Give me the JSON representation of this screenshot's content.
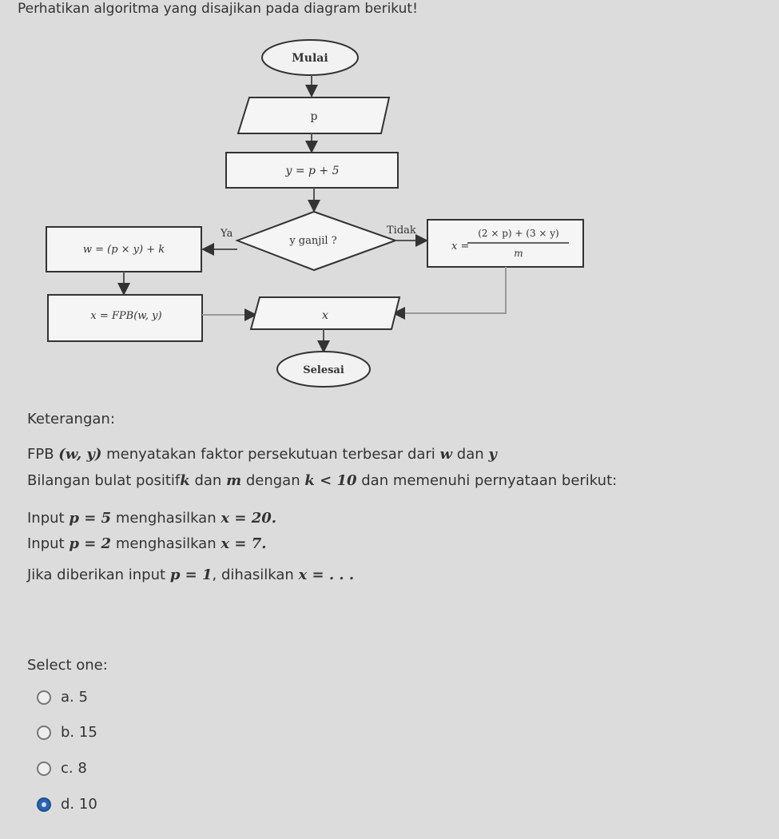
{
  "question": {
    "prompt": "Perhatikan algoritma yang disajikan pada diagram berikut!"
  },
  "flowchart": {
    "start": "Mulai",
    "input": "p",
    "assign_y": "y = p + 5",
    "decision": "y ganjil ?",
    "yes_label": "Ya",
    "no_label": "Tidak",
    "assign_w": "w = (p × y) + k",
    "assign_x_fpb": "x = FPB(w, y)",
    "assign_x_numerator": "(2 × p) + (3 × y)",
    "assign_x_lhs": "x =",
    "assign_x_denominator": "m",
    "output": "x",
    "end": "Selesai"
  },
  "info": {
    "heading": "Keterangan:",
    "fpb_prefix": "FPB",
    "fpb_math": "(w, y)",
    "fpb_text": "menyatakan faktor persekutuan terbesar dari",
    "fpb_var1": "w",
    "fpb_and": "dan",
    "fpb_var2": "y",
    "bil_prefix": "Bilangan bulat positif",
    "bil_k": "k",
    "bil_and": "dan",
    "bil_m": "m",
    "bil_with": "dengan",
    "bil_cond": "k < 10",
    "bil_suffix": "dan memenuhi pernyataan berikut:",
    "input1_prefix": "Input",
    "input1_math": "p = 5",
    "input1_mid": "menghasilkan",
    "input1_result": "x = 20.",
    "input2_prefix": "Input",
    "input2_math": "p = 2",
    "input2_mid": "menghasilkan",
    "input2_result": "x = 7.",
    "ask_prefix": "Jika diberikan input",
    "ask_math": "p = 1",
    "ask_mid": ", dihasilkan",
    "ask_result": "x = . . ."
  },
  "answers": {
    "label": "Select one:",
    "options": [
      {
        "label": "a. 5",
        "selected": false
      },
      {
        "label": "b. 15",
        "selected": false
      },
      {
        "label": "c. 8",
        "selected": false
      },
      {
        "label": "d. 10",
        "selected": true
      }
    ]
  }
}
